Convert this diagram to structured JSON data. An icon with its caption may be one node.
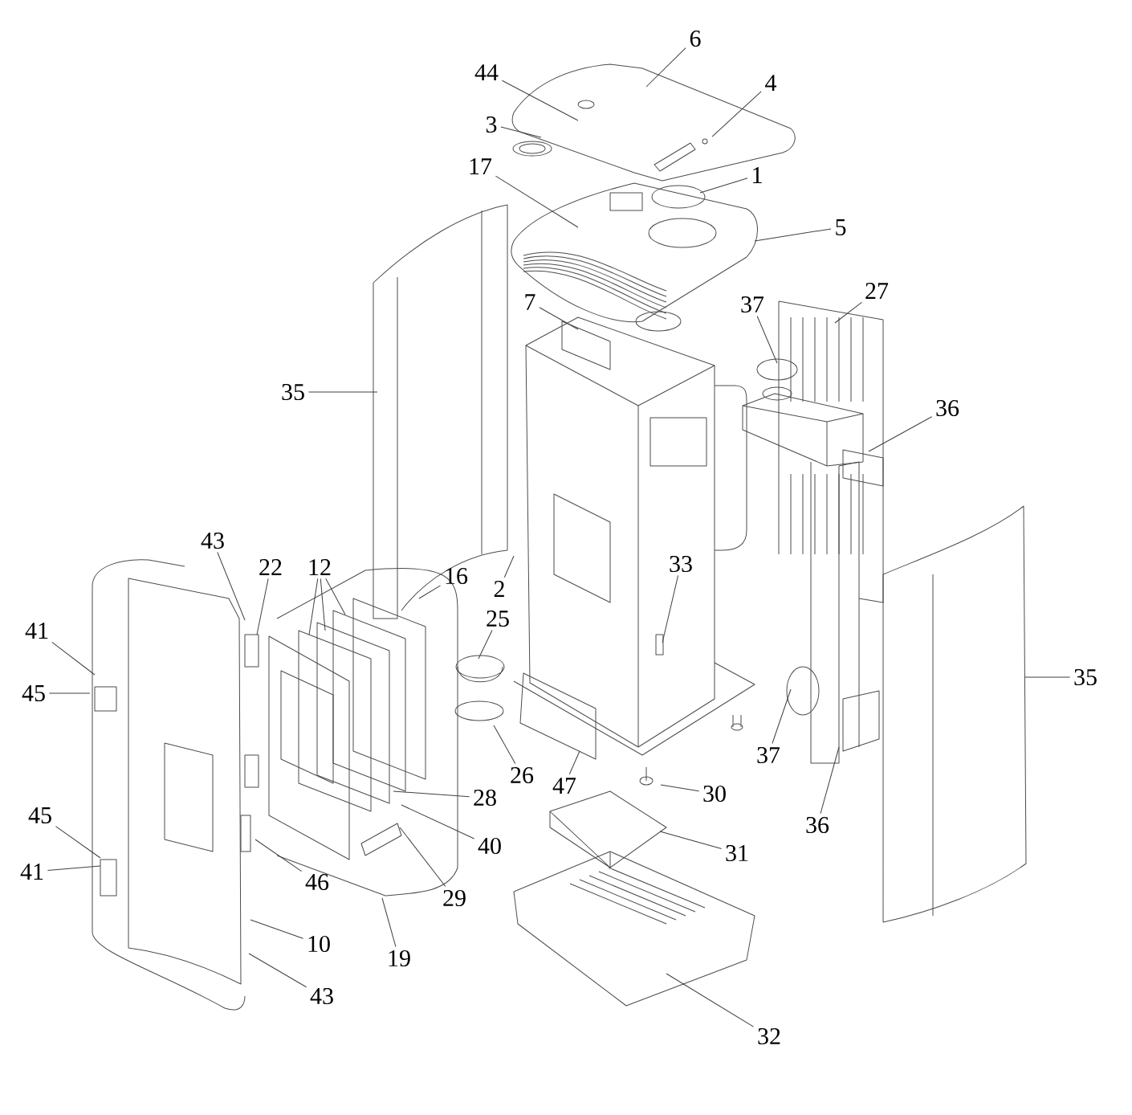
{
  "diagram": {
    "nodes": [
      {
        "text": [
          "6"
        ]
      },
      {
        "text": [
          "44"
        ]
      },
      {
        "text": [
          "4"
        ]
      },
      {
        "text": [
          "3"
        ]
      },
      {
        "text": [
          "17"
        ]
      },
      {
        "text": [
          "1"
        ]
      },
      {
        "text": [
          "5"
        ]
      },
      {
        "text": [
          "7"
        ]
      },
      {
        "text": [
          "37"
        ]
      },
      {
        "text": [
          "27"
        ]
      },
      {
        "text": [
          "35"
        ]
      },
      {
        "text": [
          "36"
        ]
      },
      {
        "text": [
          "43"
        ]
      },
      {
        "text": [
          "22"
        ]
      },
      {
        "text": [
          "12"
        ]
      },
      {
        "text": [
          "16"
        ]
      },
      {
        "text": [
          "2"
        ]
      },
      {
        "text": [
          "33"
        ]
      },
      {
        "text": [
          "41"
        ]
      },
      {
        "text": [
          "45"
        ]
      },
      {
        "text": [
          "25"
        ]
      },
      {
        "text": [
          "35"
        ]
      },
      {
        "text": [
          "37"
        ]
      },
      {
        "text": [
          "26"
        ]
      },
      {
        "text": [
          "47"
        ]
      },
      {
        "text": [
          "30"
        ]
      },
      {
        "text": [
          "36"
        ]
      },
      {
        "text": [
          "28"
        ]
      },
      {
        "text": [
          "45"
        ]
      },
      {
        "text": [
          "40"
        ]
      },
      {
        "text": [
          "31"
        ]
      },
      {
        "text": [
          "41"
        ]
      },
      {
        "text": [
          "46"
        ]
      },
      {
        "text": [
          "29"
        ]
      },
      {
        "text": [
          "10"
        ]
      },
      {
        "text": [
          "19"
        ]
      },
      {
        "text": [
          "43"
        ]
      },
      {
        "text": [
          "32"
        ]
      }
    ],
    "edges": [
      {
        "from": 0,
        "to": null,
        "arrow": "none"
      },
      {
        "from": 1,
        "to": null,
        "arrow": "none"
      },
      {
        "from": 2,
        "to": null,
        "arrow": "none"
      },
      {
        "from": 3,
        "to": null,
        "arrow": "none"
      },
      {
        "from": 4,
        "to": null,
        "arrow": "none"
      },
      {
        "from": 5,
        "to": null,
        "arrow": "none"
      },
      {
        "from": 6,
        "to": null,
        "arrow": "none"
      },
      {
        "from": 7,
        "to": null,
        "arrow": "none"
      },
      {
        "from": 8,
        "to": null,
        "arrow": "none"
      },
      {
        "from": 9,
        "to": null,
        "arrow": "none"
      },
      {
        "from": 10,
        "to": null,
        "arrow": "none"
      },
      {
        "from": 11,
        "to": null,
        "arrow": "none"
      },
      {
        "from": 12,
        "to": null,
        "arrow": "none"
      },
      {
        "from": 13,
        "to": null,
        "arrow": "none"
      },
      {
        "from": 14,
        "to": null,
        "arrow": "none"
      },
      {
        "from": 14,
        "to": null,
        "arrow": "none"
      },
      {
        "from": 14,
        "to": null,
        "arrow": "none"
      },
      {
        "from": 15,
        "to": null,
        "arrow": "none"
      },
      {
        "from": 16,
        "to": null,
        "arrow": "none"
      },
      {
        "from": 17,
        "to": null,
        "arrow": "none"
      },
      {
        "from": 18,
        "to": null,
        "arrow": "none"
      },
      {
        "from": 19,
        "to": null,
        "arrow": "none"
      },
      {
        "from": 20,
        "to": null,
        "arrow": "none"
      },
      {
        "from": 21,
        "to": null,
        "arrow": "none"
      },
      {
        "from": 22,
        "to": null,
        "arrow": "none"
      },
      {
        "from": 23,
        "to": null,
        "arrow": "none"
      },
      {
        "from": 24,
        "to": null,
        "arrow": "none"
      },
      {
        "from": 25,
        "to": null,
        "arrow": "none"
      },
      {
        "from": 26,
        "to": null,
        "arrow": "none"
      },
      {
        "from": 27,
        "to": null,
        "arrow": "none"
      },
      {
        "from": 28,
        "to": null,
        "arrow": "none"
      },
      {
        "from": 29,
        "to": null,
        "arrow": "none"
      },
      {
        "from": 30,
        "to": null,
        "arrow": "none"
      },
      {
        "from": 31,
        "to": null,
        "arrow": "none"
      },
      {
        "from": 32,
        "to": null,
        "arrow": "none"
      },
      {
        "from": 33,
        "to": null,
        "arrow": "none"
      },
      {
        "from": 34,
        "to": null,
        "arrow": "none"
      },
      {
        "from": 35,
        "to": null,
        "arrow": "none"
      },
      {
        "from": 36,
        "to": null,
        "arrow": "none"
      },
      {
        "from": 37,
        "to": null,
        "arrow": "none"
      }
    ]
  }
}
